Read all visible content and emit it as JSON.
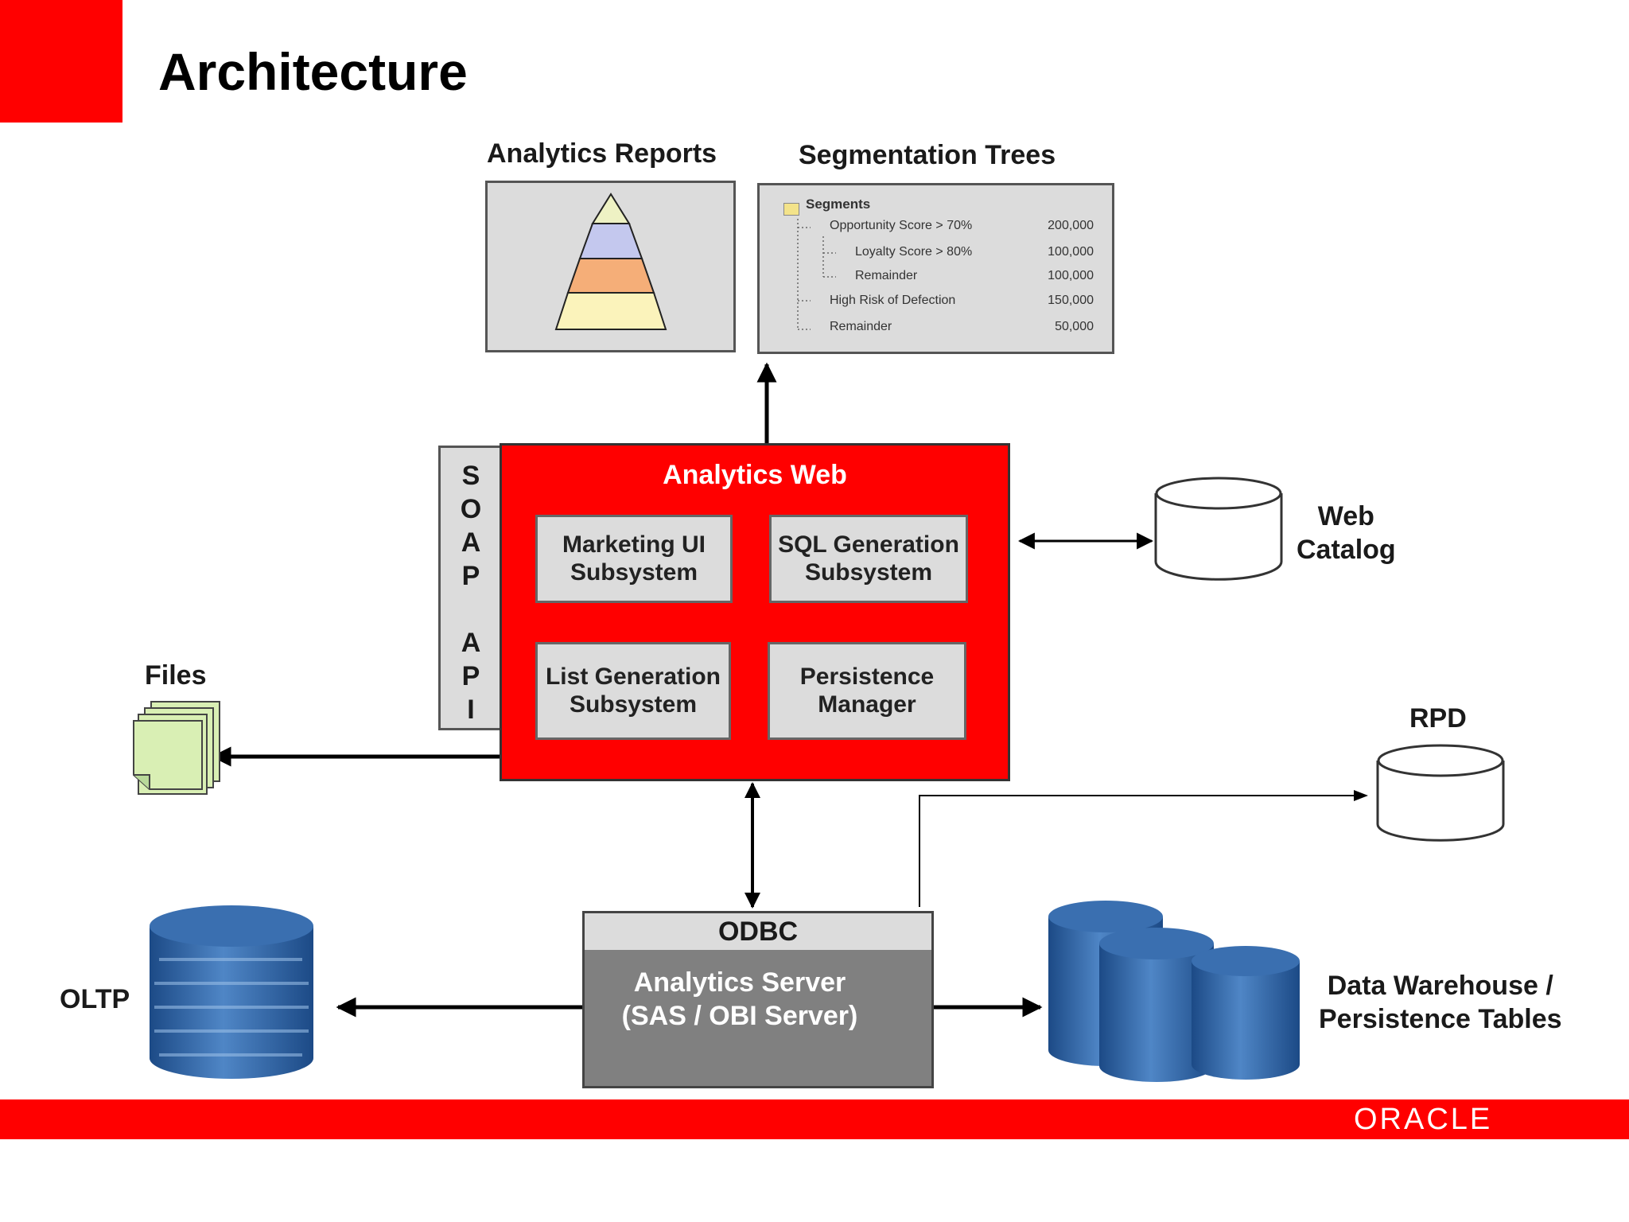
{
  "slide": {
    "title": "Architecture",
    "brand": "ORACLE",
    "colors": {
      "accent": "#ff0000",
      "panel_grey": "#dcdcdc",
      "server_grey": "#808080"
    }
  },
  "diagram": {
    "analytics_reports": {
      "label": "Analytics Reports"
    },
    "segmentation_trees": {
      "label": "Segmentation Trees",
      "root": "Segments",
      "rows": [
        {
          "name": "Opportunity  Score > 70%",
          "value": "200,000"
        },
        {
          "name": "Loyalty  Score > 80%",
          "value": "100,000"
        },
        {
          "name": "Remainder",
          "value": "100,000"
        },
        {
          "name": "High Risk of Defection",
          "value": "150,000"
        },
        {
          "name": "Remainder",
          "value": "50,000"
        }
      ]
    },
    "soap_api": {
      "label": "SOAP API"
    },
    "analytics_web": {
      "label": "Analytics Web",
      "subsystems": [
        {
          "label": "Marketing UI\nSubsystem"
        },
        {
          "label": "SQL Generation\nSubsystem"
        },
        {
          "label": "List Generation\nSubsystem"
        },
        {
          "label": "Persistence\nManager"
        }
      ]
    },
    "web_catalog": {
      "label": "Web\nCatalog"
    },
    "files": {
      "label": "Files"
    },
    "rpd": {
      "label": "RPD"
    },
    "odbc": {
      "label": "ODBC"
    },
    "analytics_server": {
      "label": "Analytics Server\n(SAS / OBI Server)"
    },
    "oltp": {
      "label": "OLTP"
    },
    "data_warehouse": {
      "label": "Data Warehouse /\nPersistence Tables"
    }
  }
}
